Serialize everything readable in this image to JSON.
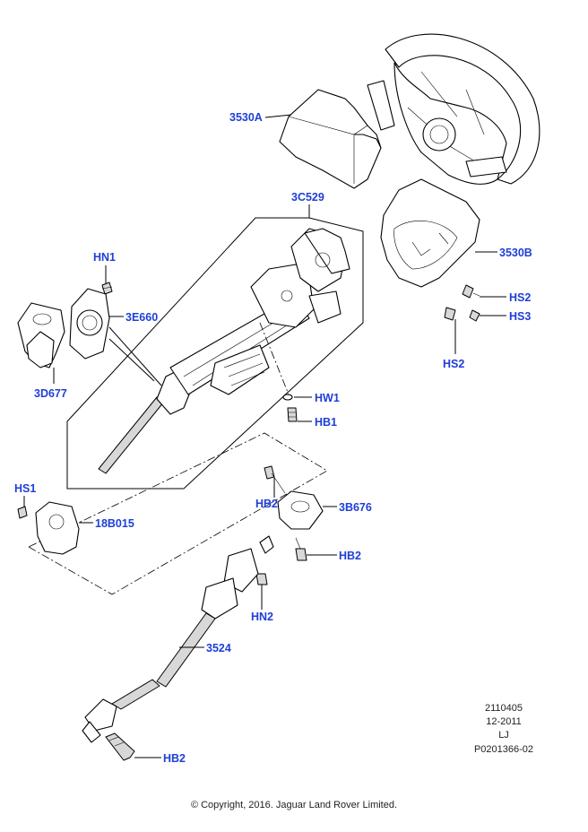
{
  "labels": {
    "l3530a": "3530A",
    "l3c529": "3C529",
    "l3530b": "3530B",
    "lhn1": "HN1",
    "l3e660": "3E660",
    "l3d677": "3D677",
    "lhs2a": "HS2",
    "lhs3": "HS3",
    "lhs2b": "HS2",
    "lhw1": "HW1",
    "lhb1": "HB1",
    "lhs1": "HS1",
    "l18b015": "18B015",
    "lhb2a": "HB2",
    "l3b676": "3B676",
    "lhb2b": "HB2",
    "lhn2": "HN2",
    "l3524": "3524",
    "lhb2c": "HB2"
  },
  "meta": {
    "line1": "2110405",
    "line2": "12-2011",
    "line3": "LJ",
    "line4": "P0201366-02"
  },
  "copyright": "© Copyright, 2016. Jaguar Land Rover Limited."
}
